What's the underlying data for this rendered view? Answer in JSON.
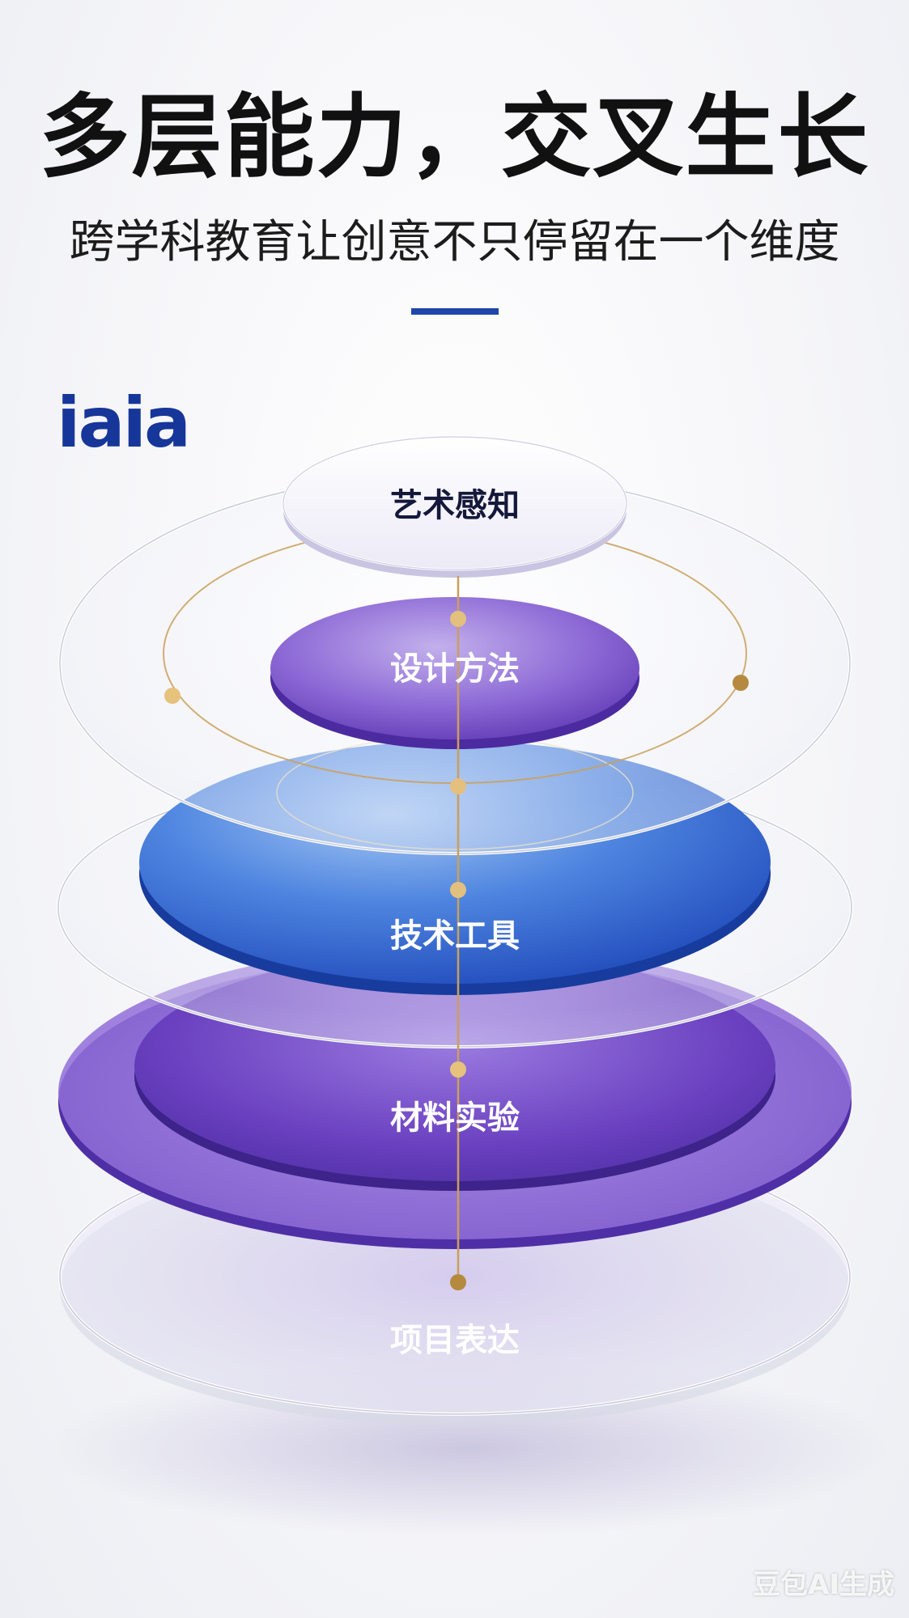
{
  "header": {
    "title": "多层能力，交叉生长",
    "subtitle": "跨学科教育让创意不只停留在一个维度"
  },
  "brand": {
    "logo_text": "iaia"
  },
  "layers": [
    {
      "label": "艺术感知",
      "fill": "#ffffff",
      "text_color": "#14183a"
    },
    {
      "label": "设计方法",
      "fill": "#7a55c9",
      "text_color": "#ffffff"
    },
    {
      "label": "技术工具",
      "fill": "#2f62cf",
      "text_color": "#ffffff"
    },
    {
      "label": "材料实验",
      "fill": "#6a3fb8",
      "text_color": "#ffffff"
    },
    {
      "label": "项目表达",
      "fill": "#ffffff",
      "text_color": "#ffffff"
    }
  ],
  "colors": {
    "accent": "#1f46a8",
    "gold": "#c9a05a",
    "purple": "#6a3fb8",
    "blue": "#2f62cf"
  },
  "watermark": "豆包AI生成"
}
